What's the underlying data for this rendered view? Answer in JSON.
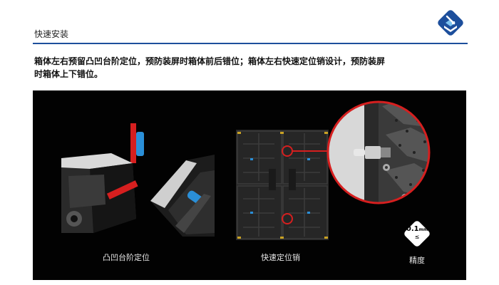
{
  "header": {
    "title": "快速安装",
    "logo_icon": "diamond-install-logo-icon",
    "accent_color": "#1d4f9c"
  },
  "description": {
    "line1": "箱体左右预留凸凹台阶定位，预防装屏时箱体前后错位；箱体左右快速定位销设计，预防装屏",
    "line2": "时箱体上下错位。"
  },
  "panel": {
    "captions": {
      "step_alignment": "凸凹台阶定位",
      "quick_pin": "快速定位销",
      "precision": "精度"
    },
    "precision_badge": {
      "value": "0.1",
      "unit": "mm",
      "symbol": "≤"
    },
    "colors": {
      "highlight_red": "#d61f1f",
      "pin_blue": "#2a8fd8"
    }
  }
}
